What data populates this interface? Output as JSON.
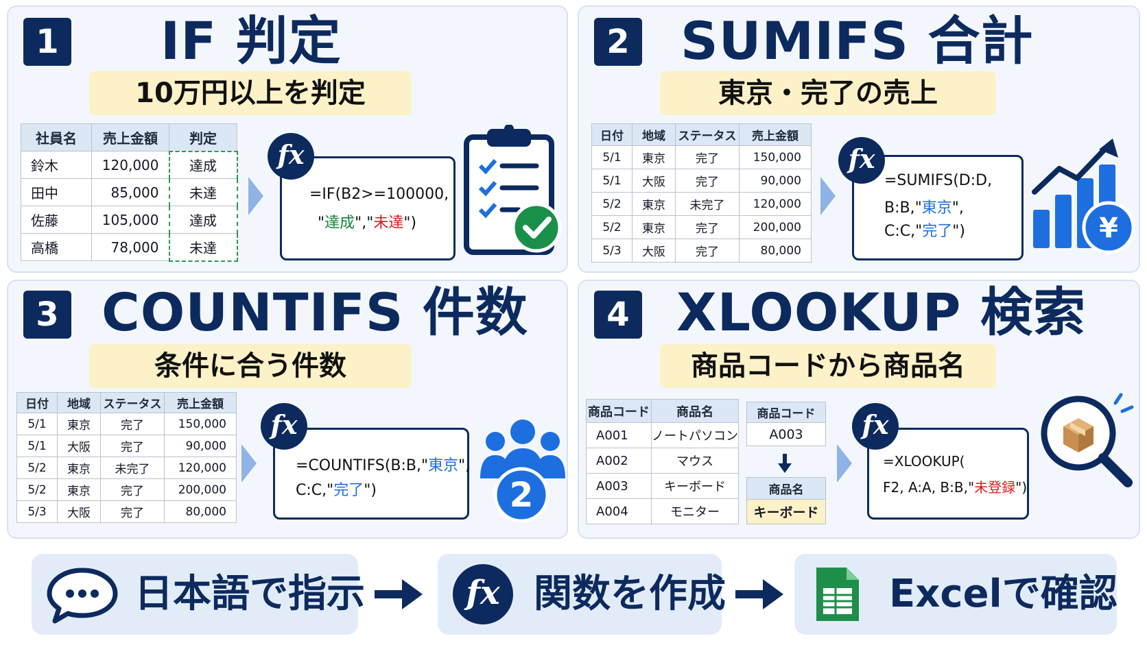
{
  "panels": [
    {
      "number": "1",
      "title": "IF 判定",
      "subtitle": "10万円以上を判定",
      "table": {
        "headers": [
          "社員名",
          "売上金額",
          "判定"
        ],
        "rows": [
          [
            "鈴木",
            "120,000",
            "達成"
          ],
          [
            "田中",
            "85,000",
            "未達"
          ],
          [
            "佐藤",
            "105,000",
            "達成"
          ],
          [
            "高橋",
            "78,000",
            "未達"
          ]
        ]
      },
      "formula": {
        "line1": "=IF(B2>=100000,",
        "q1": "\"",
        "achieved": "達成",
        "mid": "\",\"",
        "not_achieved": "未達",
        "end": "\")"
      }
    },
    {
      "number": "2",
      "title": "SUMIFS 合計",
      "subtitle": "東京・完了の売上",
      "table": {
        "headers": [
          "日付",
          "地域",
          "ステータス",
          "売上金額"
        ],
        "rows": [
          [
            "5/1",
            "東京",
            "完了",
            "150,000"
          ],
          [
            "5/1",
            "大阪",
            "完了",
            "90,000"
          ],
          [
            "5/2",
            "東京",
            "未完了",
            "120,000"
          ],
          [
            "5/2",
            "東京",
            "完了",
            "200,000"
          ],
          [
            "5/3",
            "大阪",
            "完了",
            "80,000"
          ]
        ]
      },
      "formula": {
        "line1": "=SUMIFS(D:D,",
        "line2a": "B:B,\"",
        "tokyo": "東京",
        "line2b": "\",",
        "line3a": "C:C,\"",
        "done": "完了",
        "line3b": "\")"
      }
    },
    {
      "number": "3",
      "title": "COUNTIFS 件数",
      "subtitle": "条件に合う件数",
      "table": {
        "headers": [
          "日付",
          "地域",
          "ステータス",
          "売上金額"
        ],
        "rows": [
          [
            "5/1",
            "東京",
            "完了",
            "150,000"
          ],
          [
            "5/1",
            "大阪",
            "完了",
            "90,000"
          ],
          [
            "5/2",
            "東京",
            "未完了",
            "120,000"
          ],
          [
            "5/2",
            "東京",
            "完了",
            "200,000"
          ],
          [
            "5/3",
            "大阪",
            "完了",
            "80,000"
          ]
        ]
      },
      "formula": {
        "line1a": "=COUNTIFS(B:B,\"",
        "tokyo": "東京",
        "line1b": "\",",
        "line2a": "C:C,\"",
        "done": "完了",
        "line2b": "\")"
      },
      "badge": "2"
    },
    {
      "number": "4",
      "title": "XLOOKUP 検索",
      "subtitle": "商品コードから商品名",
      "table": {
        "headers": [
          "商品コード",
          "商品名"
        ],
        "rows": [
          [
            "A001",
            "ノートパソコン"
          ],
          [
            "A002",
            "マウス"
          ],
          [
            "A003",
            "キーボード"
          ],
          [
            "A004",
            "モニター"
          ]
        ]
      },
      "lookup": {
        "code_header": "商品コード",
        "code_value": "A003",
        "name_header": "商品名",
        "name_value": "キーボード"
      },
      "formula": {
        "line1": "=XLOOKUP(",
        "line2a": "F2, A:A, B:B,\"",
        "not_found": "未登録",
        "line2b": "\")"
      }
    }
  ],
  "fx_label": "fx",
  "bottom": {
    "step1": "日本語で指示",
    "step2": "関数を作成",
    "step3": "Excelで確認"
  },
  "colors": {
    "navy": "#0c2a5e",
    "accent_blue": "#1d6fe0",
    "green": "#15853a",
    "red": "#e01818",
    "subtitle_bg": "#fcf1c7"
  },
  "icons": [
    "clipboard-check-icon",
    "bar-chart-yen-icon",
    "people-group-icon",
    "magnifier-box-icon",
    "speech-bubble-icon",
    "fx-icon",
    "spreadsheet-icon"
  ]
}
